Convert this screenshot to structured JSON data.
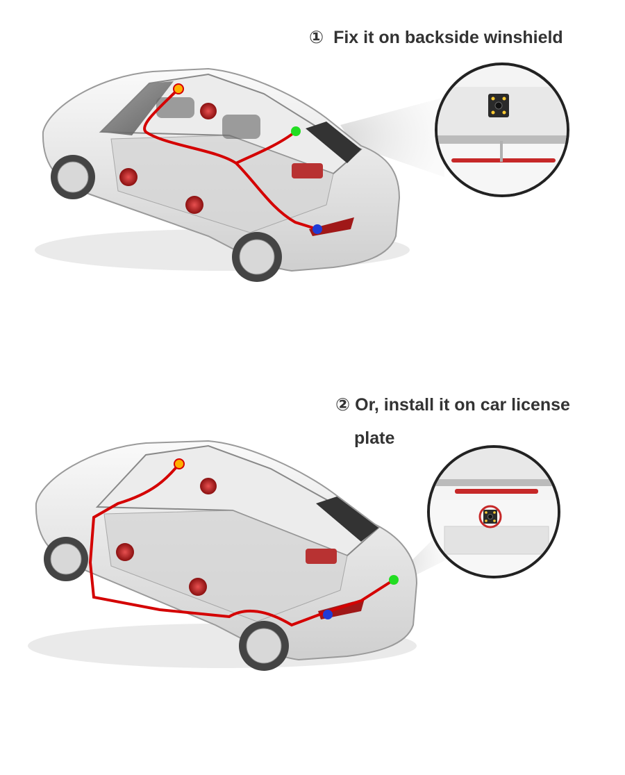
{
  "step1": {
    "marker": "①",
    "text": "Fix it on backside winshield"
  },
  "step2": {
    "marker": "②",
    "line1": "Or, install it on car license",
    "line2": "plate"
  },
  "colors": {
    "wire": "#d40000",
    "dot_orange": "#ffb000",
    "dot_green": "#22dd22",
    "dot_blue": "#1f3bd6",
    "accent_red": "#c62828"
  },
  "icons": [
    "car-illustration",
    "rear-camera-icon",
    "zoom-circle"
  ]
}
